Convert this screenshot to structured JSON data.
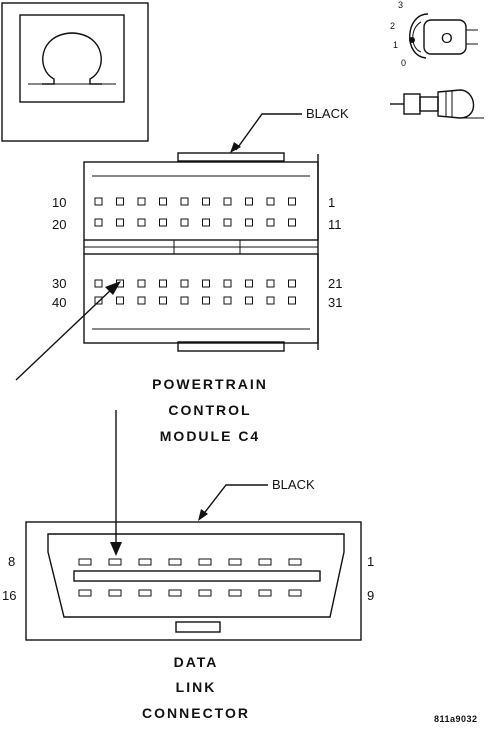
{
  "ohm_symbol": "Ω",
  "key_positions": [
    "3",
    "2",
    "1",
    "0"
  ],
  "key_letter": "O",
  "pcm": {
    "color_label": "BLACK",
    "pin_labels": {
      "row1_left": "10",
      "row1_right": "1",
      "row2_left": "20",
      "row2_right": "11",
      "row3_left": "30",
      "row3_right": "21",
      "row4_left": "40",
      "row4_right": "31"
    },
    "title_lines": [
      "POWERTRAIN",
      "CONTROL",
      "MODULE C4"
    ]
  },
  "dlc": {
    "color_label": "BLACK",
    "pin_labels": {
      "top_left": "8",
      "top_right": "1",
      "bottom_left": "16",
      "bottom_right": "9"
    },
    "title_lines": [
      "DATA",
      "LINK",
      "CONNECTOR"
    ]
  },
  "figure_code": "811a9032"
}
